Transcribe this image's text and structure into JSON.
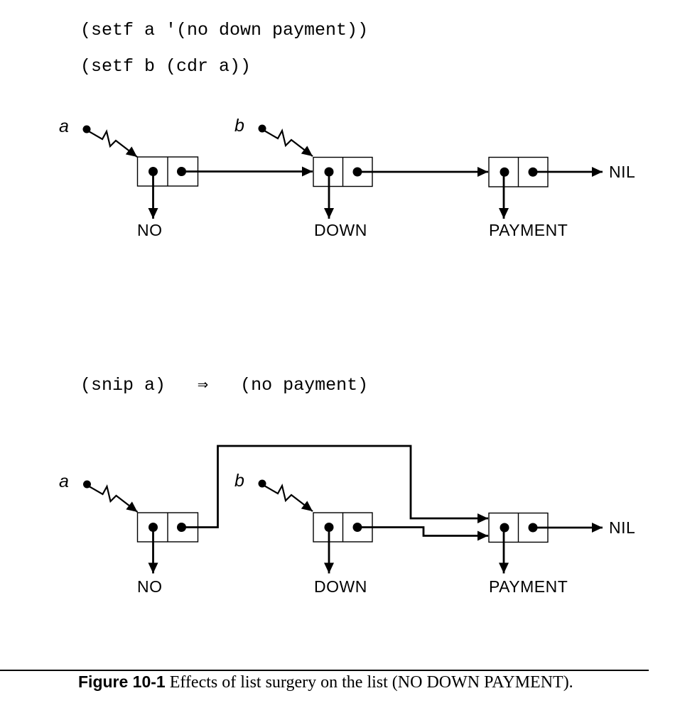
{
  "colors": {
    "ink": "#000000",
    "background": "#ffffff"
  },
  "code": {
    "line1": "(setf a '(no down payment))",
    "line2": "(setf b (cdr a))",
    "snip_line": "(snip a)   ⇒   (no payment)"
  },
  "diagram1": {
    "pointer_a_label": "a",
    "pointer_b_label": "b",
    "cell1_label": "NO",
    "cell2_label": "DOWN",
    "cell3_label": "PAYMENT",
    "terminator": "NIL"
  },
  "diagram2": {
    "pointer_a_label": "a",
    "pointer_b_label": "b",
    "cell1_label": "NO",
    "cell2_label": "DOWN",
    "cell3_label": "PAYMENT",
    "terminator": "NIL"
  },
  "caption": {
    "figure_number": "Figure 10-1",
    "text": " Effects of list surgery on the list (NO DOWN PAYMENT)."
  }
}
